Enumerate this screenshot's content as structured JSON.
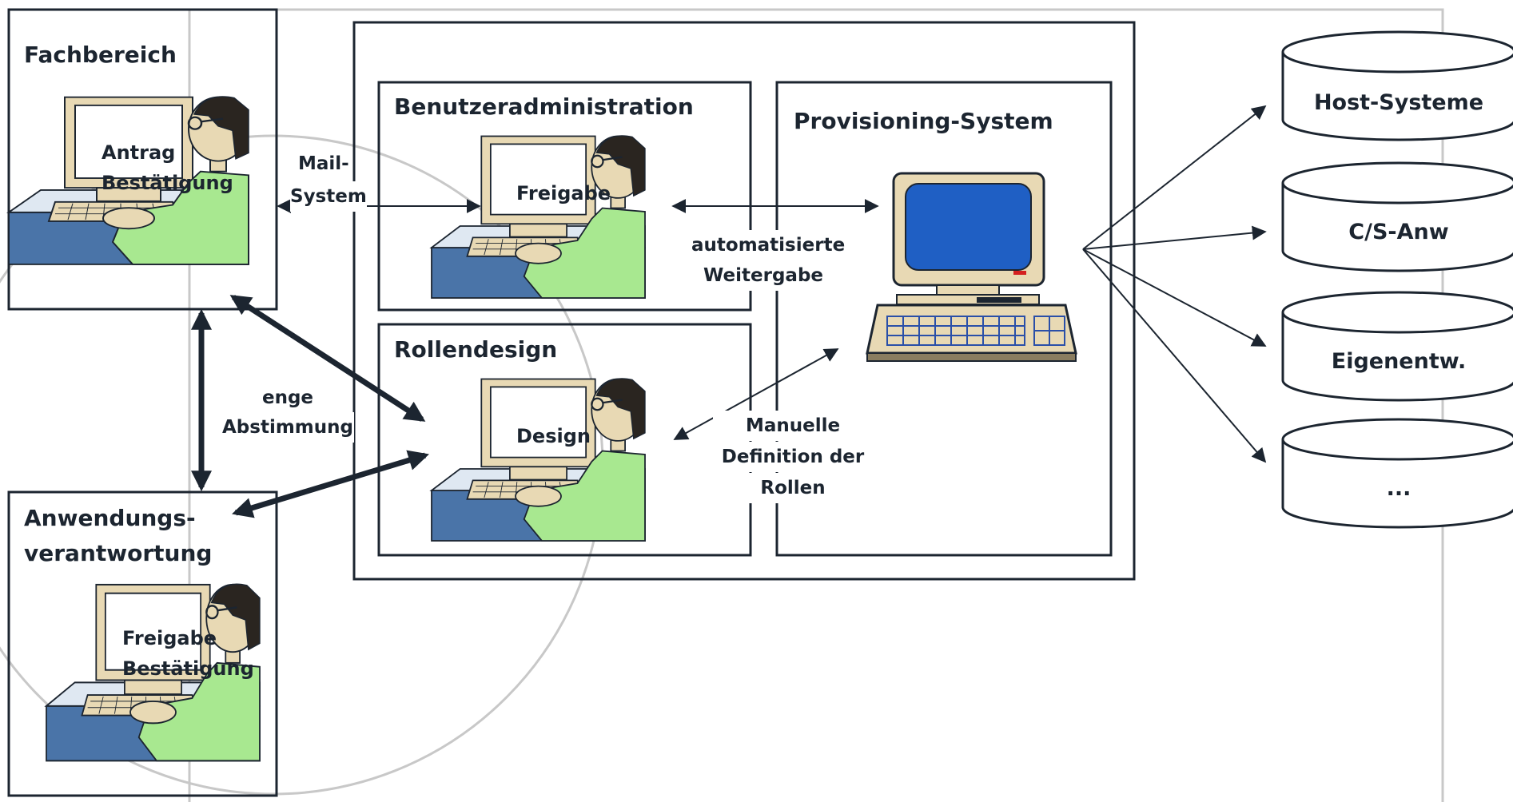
{
  "roles": {
    "fachbereich": {
      "title": "Fachbereich",
      "screen_line1": "Antrag",
      "screen_line2": "Bestätigung"
    },
    "anwendung": {
      "title_line1": "Anwendungs-",
      "title_line2": "verantwortung",
      "screen_line1": "Freigabe",
      "screen_line2": "Bestätigung"
    }
  },
  "panels": {
    "benutzeradmin": {
      "title": "Benutzeradministration",
      "screen": "Freigabe"
    },
    "rollendesign": {
      "title": "Rollendesign",
      "screen": "Design"
    },
    "provisioning": {
      "title": "Provisioning-System"
    }
  },
  "connectors": {
    "mail_line1": "Mail-",
    "mail_line2": "System",
    "auto_line1": "automatisierte",
    "auto_line2": "Weitergabe",
    "abstimmung_line1": "enge",
    "abstimmung_line2": "Abstimmung",
    "manuell_line1": "Manuelle",
    "manuell_line2": "Definition der",
    "manuell_line3": "Rollen"
  },
  "targets": [
    "Host-Systeme",
    "C/S-Anw",
    "Eigenentw.",
    "..."
  ],
  "colors": {
    "stroke": "#1c2530",
    "frame_gray": "#c8c8c8",
    "screen_blue": "#1f5fc4",
    "shirt_green": "#a8e890",
    "desk_blue": "#4a74a8"
  }
}
